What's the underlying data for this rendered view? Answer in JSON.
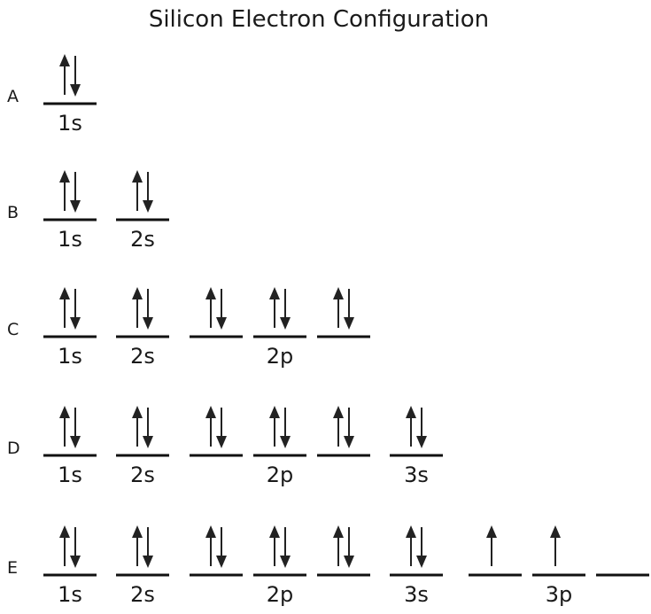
{
  "title": "Silicon Electron Configuration",
  "rows": [
    {
      "label": "A",
      "orbitals": [
        {
          "electrons": "pair"
        }
      ],
      "subshells": [
        {
          "name": "1s"
        }
      ]
    },
    {
      "label": "B",
      "orbitals": [
        {
          "electrons": "pair"
        },
        {
          "electrons": "pair"
        }
      ],
      "subshells": [
        {
          "name": "1s"
        },
        {
          "name": "2s"
        }
      ]
    },
    {
      "label": "C",
      "orbitals": [
        {
          "electrons": "pair"
        },
        {
          "electrons": "pair"
        },
        {
          "electrons": "pair"
        },
        {
          "electrons": "pair"
        },
        {
          "electrons": "pair"
        }
      ],
      "subshells": [
        {
          "name": "1s"
        },
        {
          "name": "2s"
        },
        {
          "name": "2p"
        }
      ]
    },
    {
      "label": "D",
      "orbitals": [
        {
          "electrons": "pair"
        },
        {
          "electrons": "pair"
        },
        {
          "electrons": "pair"
        },
        {
          "electrons": "pair"
        },
        {
          "electrons": "pair"
        },
        {
          "electrons": "pair"
        }
      ],
      "subshells": [
        {
          "name": "1s"
        },
        {
          "name": "2s"
        },
        {
          "name": "2p"
        },
        {
          "name": "3s"
        }
      ]
    },
    {
      "label": "E",
      "orbitals": [
        {
          "electrons": "pair"
        },
        {
          "electrons": "pair"
        },
        {
          "electrons": "pair"
        },
        {
          "electrons": "pair"
        },
        {
          "electrons": "pair"
        },
        {
          "electrons": "pair"
        },
        {
          "electrons": "up"
        },
        {
          "electrons": "up"
        },
        {
          "electrons": "empty"
        }
      ],
      "subshells": [
        {
          "name": "1s"
        },
        {
          "name": "2s"
        },
        {
          "name": "2p"
        },
        {
          "name": "3s"
        },
        {
          "name": "3p"
        }
      ]
    }
  ]
}
